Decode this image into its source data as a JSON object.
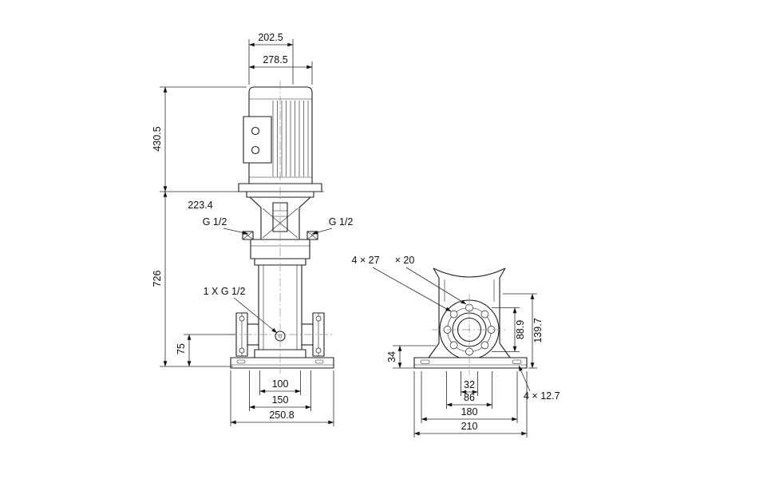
{
  "colors": {
    "line": "#1c1c1c",
    "dim_line": "#2a2a2a",
    "background": "#ffffff"
  },
  "front_view": {
    "labels": {
      "motor_width_top": "202.5",
      "motor_width": "278.5",
      "motor_height": "430.5",
      "stool_width": "223.4",
      "gauge_port_left": "G 1/2",
      "gauge_port_right": "G 1/2",
      "pump_height": "726",
      "drain_port": "1 X G 1/2",
      "port_height": "75",
      "hole_spacing_inner": "100",
      "hole_spacing_outer": "150",
      "base_width": "250.8"
    }
  },
  "side_view": {
    "labels": {
      "flange_holes": "4 × 27",
      "flange_holes_depth": "× 20",
      "foot_height": "34",
      "bolt_circle_diameter": "88.9",
      "flange_center_height": "139.7",
      "slot_spacing_inner": "32",
      "slot_spacing_mid": "86",
      "slot_spacing_outer": "180",
      "base_depth": "210",
      "base_hole_diameter": "4 × 12.7"
    }
  }
}
